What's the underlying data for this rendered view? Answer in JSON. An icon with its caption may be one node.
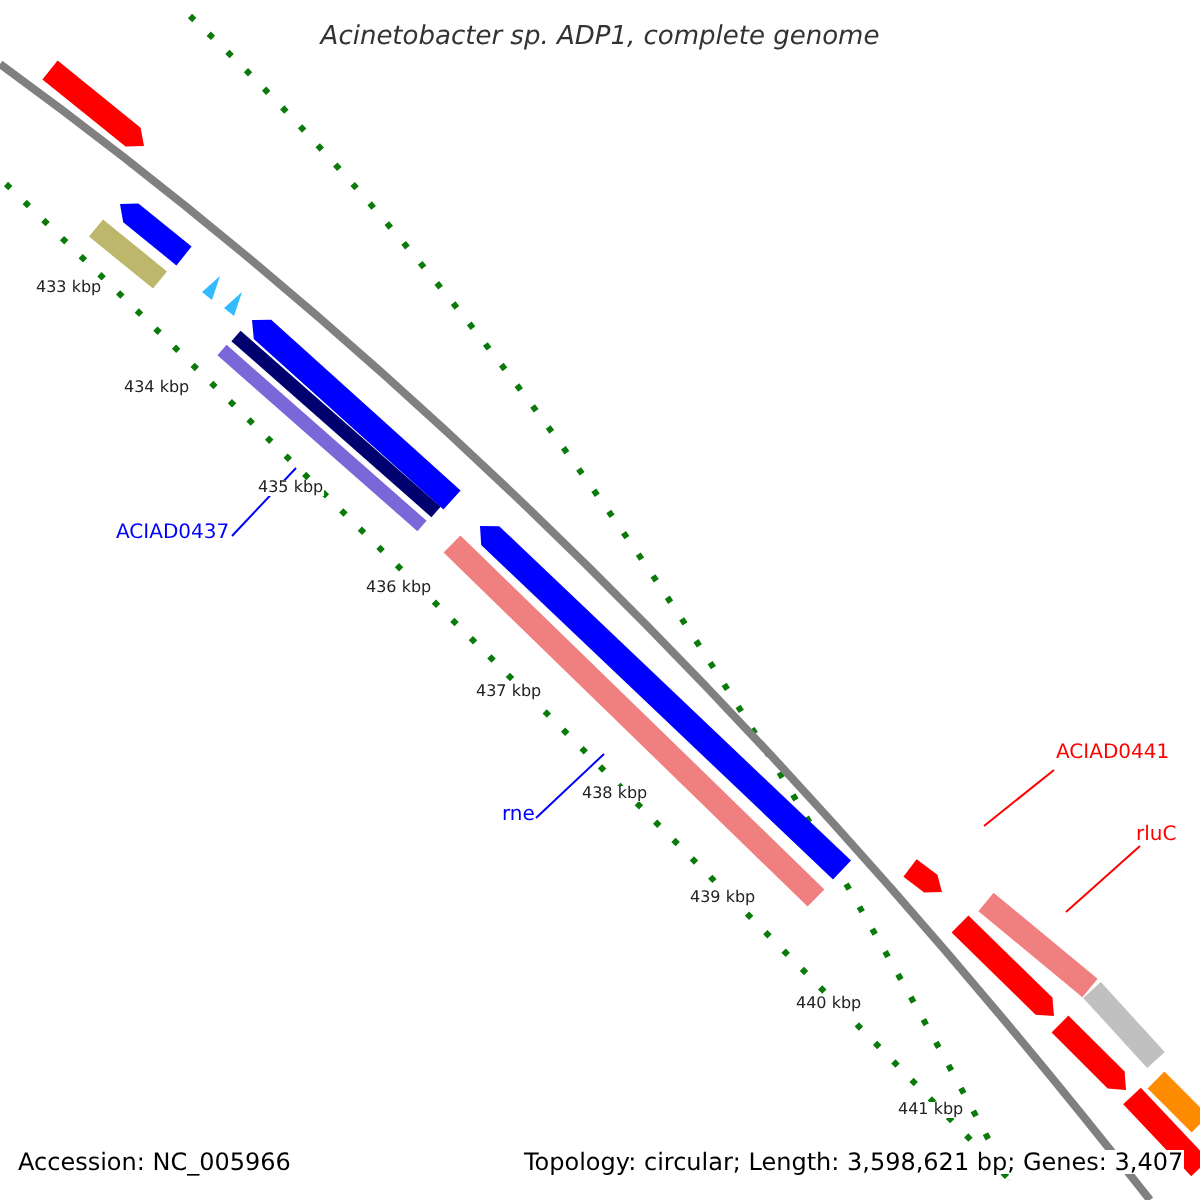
{
  "diagram": {
    "title": "Acinetobacter sp. ADP1, complete genome",
    "nodes": [
      {
        "text": [
          "ACIAD0437"
        ]
      },
      {
        "text": [],
        "shape": "bar"
      },
      {
        "text": [
          "rne"
        ]
      },
      {
        "text": [],
        "shape": "bar"
      },
      {
        "text": [
          "ACIAD0441"
        ]
      },
      {
        "text": [],
        "shape": "bar"
      },
      {
        "text": [
          "rluC"
        ]
      },
      {
        "text": [],
        "shape": "bar"
      }
    ],
    "edges": [
      {
        "from": 0,
        "to": 1,
        "arrow": "none",
        "color": "#0000ff"
      },
      {
        "from": 2,
        "to": 3,
        "arrow": "none",
        "color": "#0000ff"
      },
      {
        "from": 4,
        "to": 5,
        "arrow": "none",
        "color": "#ff0000"
      },
      {
        "from": 6,
        "to": 7,
        "arrow": "none",
        "color": "#ff0000"
      }
    ],
    "labels": [
      "433 kbp",
      "434 kbp",
      "435 kbp",
      "436 kbp",
      "437 kbp",
      "438 kbp",
      "439 kbp",
      "440 kbp",
      "441 kbp",
      "Accession: NC_005966",
      "Topology: circular; Length: 3,598,621 bp; Genes: 3,407"
    ]
  }
}
